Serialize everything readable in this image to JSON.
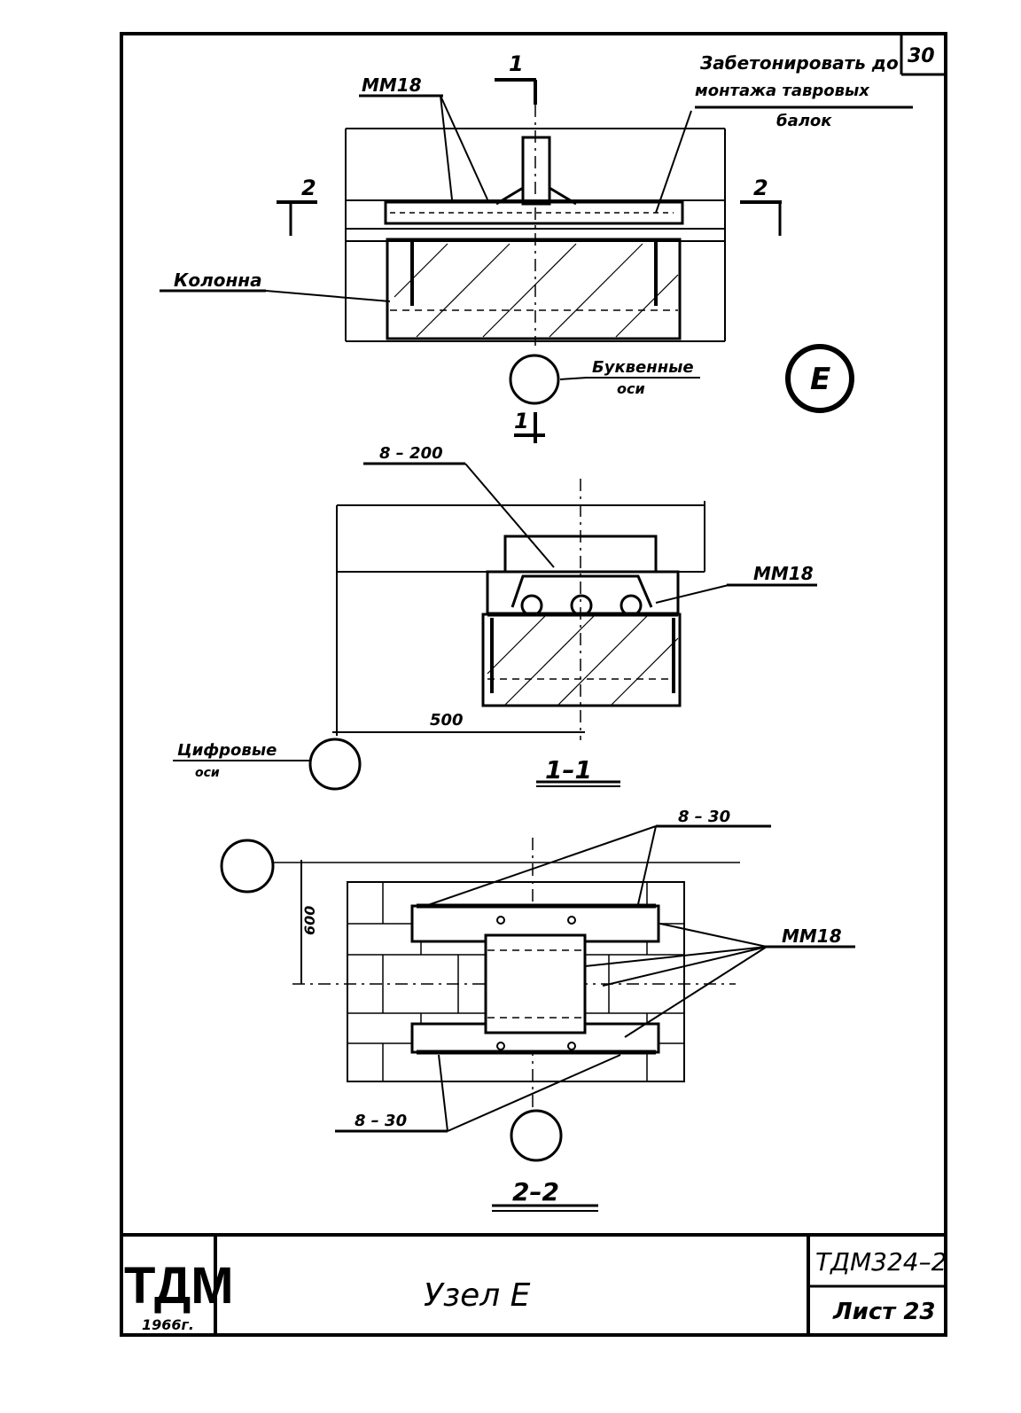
{
  "sheet": {
    "corner_number": "30",
    "node_letter": "E"
  },
  "notes": {
    "top_right_note_line1": "Забетонировать до",
    "top_right_note_line2": "монтажа тавровых",
    "top_right_note_line3": "балок"
  },
  "labels": {
    "mm18_top": "ММ18",
    "column": "Колонна",
    "letter_axes_line1": "Буквенные",
    "letter_axes_line2": "оси",
    "anchor_200": "8 – 200",
    "mm18_mid": "ММ18",
    "dim_500": "500",
    "digital_axes_line1": "Цифровые",
    "digital_axes_line2": "оси",
    "anchor_30_top": "8 – 30",
    "dim_600": "600",
    "mm18_bottom": "ММ18",
    "anchor_30_bottom": "8 – 30"
  },
  "section_marks": {
    "s1": "1",
    "s2": "2",
    "title_1_1": "1–1",
    "title_2_2": "2–2"
  },
  "title_block": {
    "logo": "ТДМ",
    "year": "1966г.",
    "title": "Узел Е",
    "code": "ТДМ324–2",
    "sheet_label": "Лист 23"
  }
}
